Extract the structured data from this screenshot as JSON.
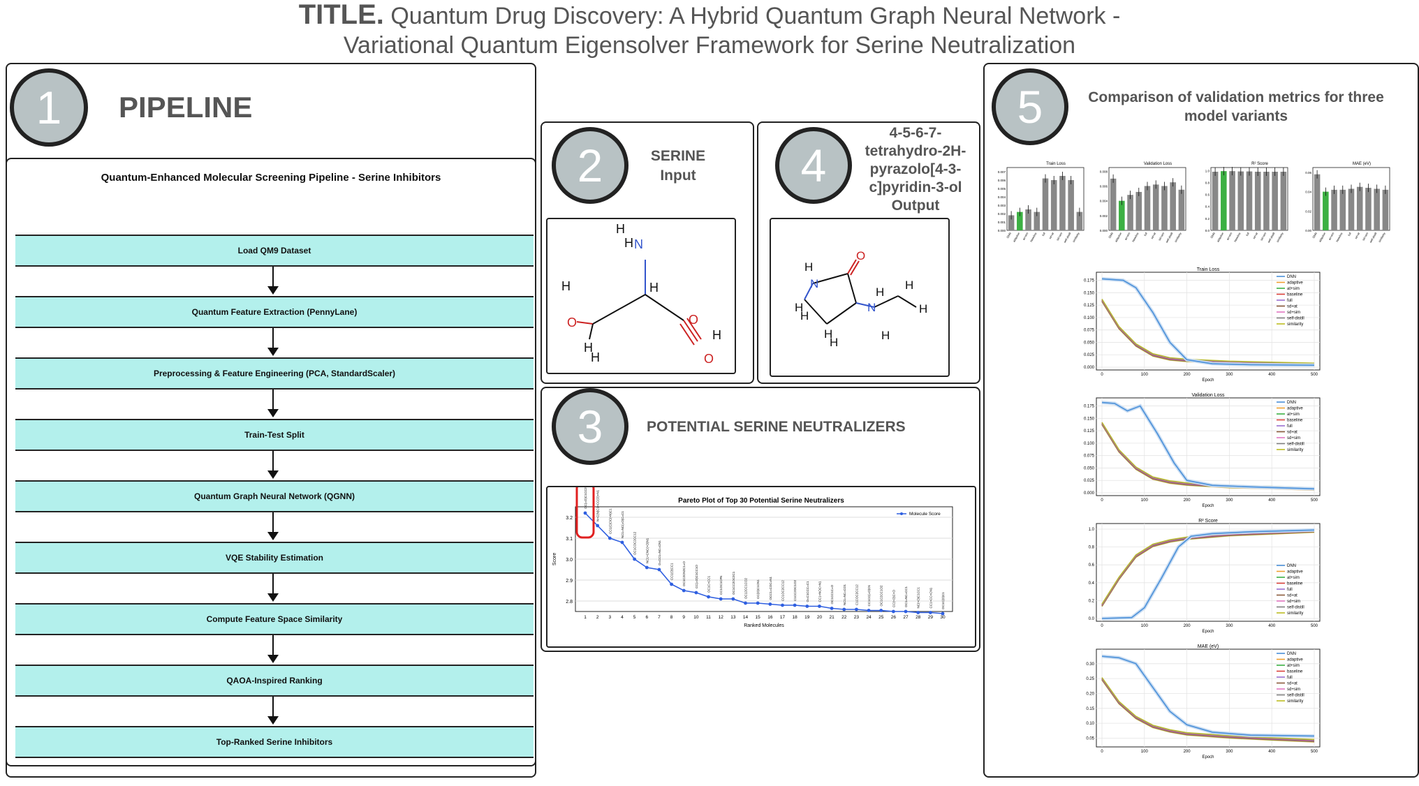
{
  "title": {
    "prefix": "TITLE.",
    "line1": "Quantum Drug Discovery: A Hybrid Quantum Graph Neural Network -",
    "line2": "Variational Quantum Eigensolver Framework for Serine Neutralization"
  },
  "panel1": {
    "number": "1",
    "heading": "PIPELINE",
    "inner_title": "Quantum-Enhanced Molecular Screening Pipeline - Serine Inhibitors",
    "steps": [
      "Load QM9 Dataset",
      "Quantum Feature Extraction (PennyLane)",
      "Preprocessing & Feature Engineering (PCA, StandardScaler)",
      "Train-Test Split",
      "Quantum Graph Neural Network (QGNN)",
      "VQE Stability Estimation",
      "Compute Feature Space Similarity",
      "QAOA-Inspired Ranking",
      "Top-Ranked Serine Inhibitors"
    ]
  },
  "panel2": {
    "number": "2",
    "line1": "SERINE",
    "line2": "Input"
  },
  "panel4": {
    "number": "4",
    "lines": [
      "4-5-6-7-",
      "tetrahydro-2H-",
      "pyrazolo[4-3-",
      "c]pyridin-3-ol",
      "Output"
    ]
  },
  "panel3": {
    "number": "3",
    "heading": "POTENTIAL SERINE NEUTRALIZERS"
  },
  "panel5": {
    "number": "5",
    "heading": "Comparison of validation metrics for three model variants"
  },
  "chart_data": [
    {
      "type": "line",
      "title": "Pareto Plot of Top 30 Potential Serine Neutralizers",
      "xlabel": "Ranked Molecules",
      "ylabel": "Score",
      "legend": "Molecule Score",
      "legend_position": "top-right",
      "x": [
        1,
        2,
        3,
        4,
        5,
        6,
        7,
        8,
        9,
        10,
        11,
        12,
        13,
        14,
        15,
        16,
        17,
        18,
        19,
        20,
        21,
        22,
        23,
        24,
        25,
        26,
        27,
        28,
        29,
        30
      ],
      "values": [
        3.22,
        3.16,
        3.1,
        3.08,
        3.0,
        2.96,
        2.95,
        2.88,
        2.85,
        2.84,
        2.82,
        2.81,
        2.81,
        2.79,
        2.79,
        2.785,
        2.78,
        2.78,
        2.775,
        2.775,
        2.765,
        2.76,
        2.76,
        2.755,
        2.755,
        2.75,
        2.75,
        2.745,
        2.745,
        2.74
      ],
      "ylim": [
        2.75,
        3.25
      ],
      "yticks": [
        "2.8",
        "2.9",
        "3.0",
        "3.1",
        "3.2"
      ],
      "highlight_rank": 1
    },
    {
      "type": "bar",
      "title": "Train Loss",
      "categories": [
        "DNN",
        "adaptive",
        "at+sim",
        "baseline",
        "full",
        "sd+at",
        "sd+sim",
        "self-distill",
        "similarity"
      ],
      "values": [
        0.0018,
        0.0022,
        0.0025,
        0.0022,
        0.0062,
        0.006,
        0.0065,
        0.006,
        0.0022
      ],
      "highlight_index": 1,
      "ylim": [
        0,
        0.0075
      ],
      "yticks": [
        "0.000",
        "0.001",
        "0.002",
        "0.003",
        "0.004",
        "0.005",
        "0.006",
        "0.007"
      ]
    },
    {
      "type": "bar",
      "title": "Validation Loss",
      "categories": [
        "DNN",
        "adaptive",
        "at+sim",
        "baseline",
        "full",
        "sd+at",
        "sd+sim",
        "self-distill",
        "similarity"
      ],
      "values": [
        0.007,
        0.004,
        0.0048,
        0.0052,
        0.006,
        0.0062,
        0.006,
        0.0065,
        0.0055
      ],
      "highlight_index": 1,
      "ylim": [
        0,
        0.0085
      ],
      "yticks": [
        "0.000",
        "0.002",
        "0.004",
        "0.006",
        "0.008"
      ]
    },
    {
      "type": "bar",
      "title": "R² Score",
      "categories": [
        "DNN",
        "adaptive",
        "at+sim",
        "baseline",
        "full",
        "sd+at",
        "sd+sim",
        "self-distill",
        "similarity"
      ],
      "values": [
        0.98,
        0.99,
        0.99,
        0.985,
        0.985,
        0.98,
        0.98,
        0.98,
        0.98
      ],
      "highlight_index": 1,
      "ylim": [
        0,
        1.05
      ],
      "yticks": [
        "0.0",
        "0.2",
        "0.4",
        "0.6",
        "0.8",
        "1.0"
      ]
    },
    {
      "type": "bar",
      "title": "MAE (eV)",
      "categories": [
        "DNN",
        "adaptive",
        "at+sim",
        "baseline",
        "full",
        "sd+at",
        "sd+sim",
        "self-distill",
        "similarity"
      ],
      "values": [
        0.058,
        0.04,
        0.042,
        0.042,
        0.043,
        0.045,
        0.044,
        0.043,
        0.042
      ],
      "highlight_index": 1,
      "ylim": [
        0,
        0.065
      ],
      "yticks": [
        "0.00",
        "0.02",
        "0.04",
        "0.06"
      ]
    },
    {
      "type": "line",
      "title": "Train Loss",
      "xlabel": "Epoch",
      "xlim": [
        0,
        500
      ],
      "xticks": [
        "0",
        "100",
        "200",
        "300",
        "400",
        "500"
      ],
      "ylim": [
        0,
        0.18
      ],
      "yticks": [
        "0.000",
        "0.025",
        "0.050",
        "0.075",
        "0.100",
        "0.125",
        "0.150",
        "0.175"
      ],
      "legend_position": "top-right",
      "dnn": [
        [
          0,
          0.178
        ],
        [
          50,
          0.175
        ],
        [
          80,
          0.16
        ],
        [
          120,
          0.11
        ],
        [
          160,
          0.05
        ],
        [
          200,
          0.015
        ],
        [
          260,
          0.007
        ],
        [
          350,
          0.005
        ],
        [
          500,
          0.004
        ]
      ],
      "others": [
        [
          0,
          0.135
        ],
        [
          40,
          0.08
        ],
        [
          80,
          0.045
        ],
        [
          120,
          0.025
        ],
        [
          160,
          0.017
        ],
        [
          200,
          0.014
        ],
        [
          300,
          0.01
        ],
        [
          400,
          0.008
        ],
        [
          500,
          0.006
        ]
      ]
    },
    {
      "type": "line",
      "title": "Validation Loss",
      "xlabel": "Epoch",
      "xlim": [
        0,
        500
      ],
      "xticks": [
        "0",
        "100",
        "200",
        "300",
        "400",
        "500"
      ],
      "ylim": [
        0,
        0.18
      ],
      "yticks": [
        "0.000",
        "0.025",
        "0.050",
        "0.075",
        "0.100",
        "0.125",
        "0.150",
        "0.175"
      ],
      "legend_position": "top-right",
      "dnn": [
        [
          0,
          0.182
        ],
        [
          30,
          0.18
        ],
        [
          60,
          0.165
        ],
        [
          90,
          0.175
        ],
        [
          130,
          0.12
        ],
        [
          170,
          0.06
        ],
        [
          200,
          0.025
        ],
        [
          260,
          0.015
        ],
        [
          350,
          0.012
        ],
        [
          500,
          0.008
        ]
      ],
      "others": [
        [
          0,
          0.14
        ],
        [
          40,
          0.085
        ],
        [
          80,
          0.05
        ],
        [
          120,
          0.03
        ],
        [
          160,
          0.022
        ],
        [
          200,
          0.018
        ],
        [
          300,
          0.013
        ],
        [
          400,
          0.011
        ],
        [
          500,
          0.008
        ]
      ]
    },
    {
      "type": "line",
      "title": "R² Score",
      "xlabel": "Epoch",
      "xlim": [
        0,
        500
      ],
      "xticks": [
        "0",
        "100",
        "200",
        "300",
        "400",
        "500"
      ],
      "ylim": [
        0,
        1.0
      ],
      "yticks": [
        "0.0",
        "0.2",
        "0.4",
        "0.6",
        "0.8",
        "1.0"
      ],
      "legend_position": "bottom-right",
      "dnn": [
        [
          0,
          0.0
        ],
        [
          70,
          0.01
        ],
        [
          100,
          0.12
        ],
        [
          140,
          0.45
        ],
        [
          180,
          0.8
        ],
        [
          210,
          0.92
        ],
        [
          260,
          0.95
        ],
        [
          350,
          0.97
        ],
        [
          500,
          0.99
        ]
      ],
      "others": [
        [
          0,
          0.15
        ],
        [
          40,
          0.45
        ],
        [
          80,
          0.7
        ],
        [
          120,
          0.82
        ],
        [
          160,
          0.87
        ],
        [
          200,
          0.9
        ],
        [
          300,
          0.94
        ],
        [
          400,
          0.96
        ],
        [
          500,
          0.98
        ]
      ]
    },
    {
      "type": "line",
      "title": "MAE (eV)",
      "xlabel": "Epoch",
      "xlim": [
        0,
        500
      ],
      "xticks": [
        "0",
        "100",
        "200",
        "300",
        "400",
        "500"
      ],
      "ylim": [
        0.03,
        0.33
      ],
      "yticks": [
        "0.05",
        "0.10",
        "0.15",
        "0.20",
        "0.25",
        "0.30"
      ],
      "legend_position": "top-right",
      "dnn": [
        [
          0,
          0.325
        ],
        [
          40,
          0.32
        ],
        [
          80,
          0.3
        ],
        [
          120,
          0.22
        ],
        [
          160,
          0.14
        ],
        [
          200,
          0.095
        ],
        [
          260,
          0.07
        ],
        [
          350,
          0.06
        ],
        [
          500,
          0.057
        ]
      ],
      "others": [
        [
          0,
          0.25
        ],
        [
          40,
          0.17
        ],
        [
          80,
          0.12
        ],
        [
          120,
          0.09
        ],
        [
          160,
          0.075
        ],
        [
          200,
          0.065
        ],
        [
          300,
          0.055
        ],
        [
          400,
          0.048
        ],
        [
          500,
          0.042
        ]
      ]
    }
  ],
  "legend_series": [
    {
      "name": "DNN",
      "color": "#4a90d9"
    },
    {
      "name": "adaptive",
      "color": "#f0a030"
    },
    {
      "name": "at+sim",
      "color": "#3cb043"
    },
    {
      "name": "baseline",
      "color": "#d9403a"
    },
    {
      "name": "full",
      "color": "#9a6fd0"
    },
    {
      "name": "sd+at",
      "color": "#8b5a3c"
    },
    {
      "name": "sd+sim",
      "color": "#e377c2"
    },
    {
      "name": "self-distill",
      "color": "#7f7f7f"
    },
    {
      "name": "similarity",
      "color": "#bcbd22"
    }
  ],
  "pareto_labels": [
    "OC(=O)C1CC2C1N2",
    "N=C(N)C1=CC(O)=N1",
    "CC1(C)OC(=N)C1",
    "NC1=NC(=O)C=C1",
    "OC1COC2CC12",
    "NC1=CNC(=O)N1",
    "O=CC1=NC=CN1",
    "CC1(O)CC1",
    "OC1C2CN2C1=O",
    "CC(=O)C1CC1O",
    "OC1C=CC1",
    "CC1OC1C#N",
    "OC1CC2OC2C1",
    "OC12CC1CO2",
    "CC(O)C1CN1",
    "OCC1=COC=N1",
    "CC1OC2CC12",
    "C1CC2OC1O2",
    "O=C1CCC=C1",
    "CC1=NOC=N1",
    "OC1CC1C=O",
    "NC1=NC=CO1",
    "C1COC2CC12",
    "CC1CC(=O)O1",
    "OC1C2CC1O2",
    "CC(=O)C=O",
    "OC1=NC=CC1",
    "NC(=O)C1CC1",
    "CC1=CC=CN1",
    "OC1C(O)C1"
  ],
  "molecules": {
    "serine": {
      "atoms": [
        "H",
        "H",
        "N",
        "H",
        "H",
        "O",
        "H",
        "H",
        "O",
        "H",
        "O"
      ]
    },
    "product": {
      "atoms": [
        "H",
        "N",
        "O",
        "H",
        "N",
        "H",
        "H",
        "H",
        "H",
        "H",
        "H",
        "H"
      ]
    }
  }
}
